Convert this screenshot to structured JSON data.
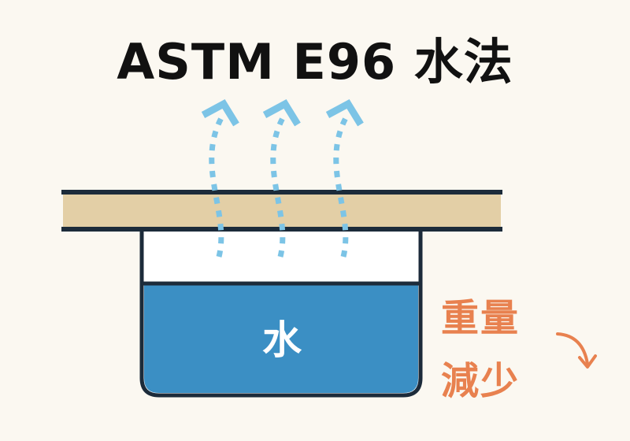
{
  "title": "ASTM E96 水法",
  "water_label": "水",
  "weight_loss": {
    "line1": "重量",
    "line2": "減少"
  },
  "icons": {
    "vapor": "dotted-upward-arrow-icon",
    "weight_loss": "curved-down-arrow-icon"
  },
  "colors": {
    "background": "#fbf8f1",
    "title": "#111111",
    "specimen": "#e3cfa6",
    "outline": "#1c2b3a",
    "water": "#3b8fc4",
    "vapor": "#7cc4e6",
    "accent": "#e8814f"
  }
}
